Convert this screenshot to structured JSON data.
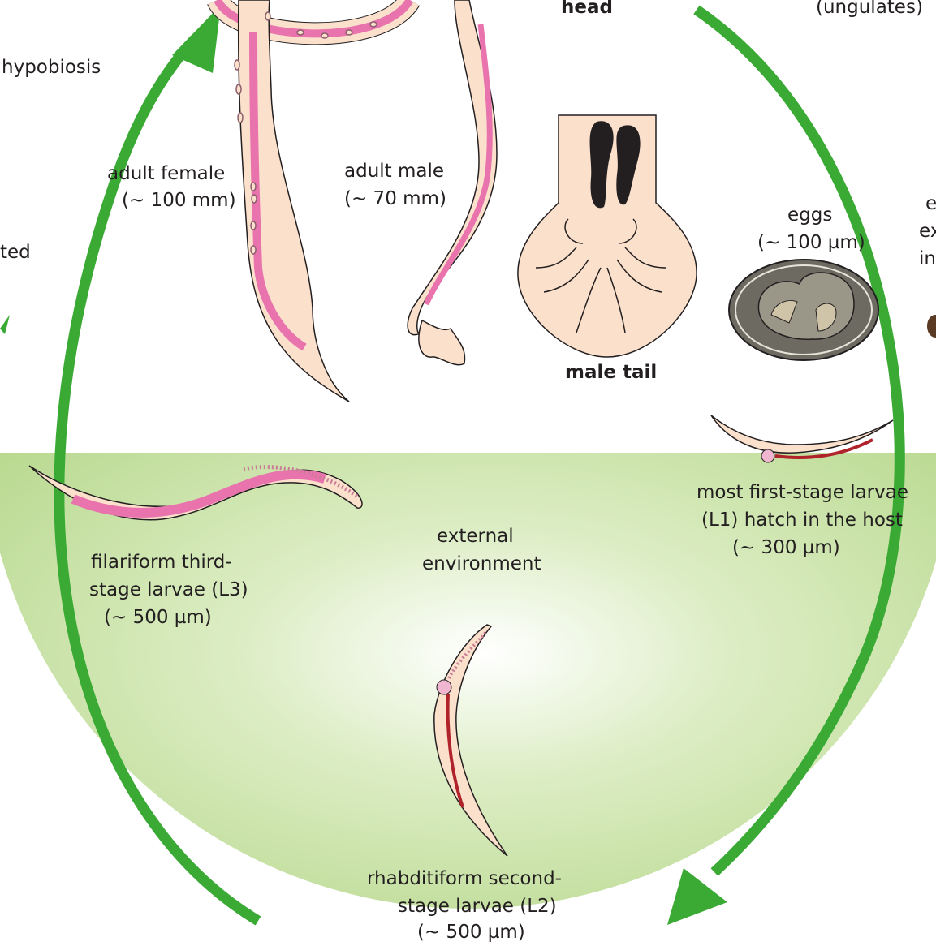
{
  "labels": {
    "head": "head",
    "ungulates": "(ungulates)",
    "hypobiosis": "hypobiosis",
    "ted_fragment": "ted",
    "adult_female": "adult female",
    "adult_female_size": "(~ 100 mm)",
    "adult_male": "adult male",
    "adult_male_size": "(~ 70 mm)",
    "eggs": "eggs",
    "eggs_size": "(~ 100 µm)",
    "male_tail": "male tail",
    "right_fragment_1": "e",
    "right_fragment_2": "ex",
    "right_fragment_3": "in",
    "l1_line1": "most first-stage larvae",
    "l1_line2": "(L1) hatch in the host",
    "l1_line3": "(~ 300 µm)",
    "external_1": "external",
    "external_2": "environment",
    "l3_line1": "filariform third-",
    "l3_line2": "stage larvae (L3)",
    "l3_line3": "(~ 500 µm)",
    "l2_line1": "rhabditiform second-",
    "l2_line2": "stage larvae (L2)",
    "l2_line3": "(~ 500 µm)"
  },
  "colors": {
    "arrow_green": "#3aaa35",
    "worm_body": "#fbe0cc",
    "worm_gut": "#e873ad",
    "larva_gut": "#b0232a",
    "egg_shell": "#6d6a62",
    "egg_inner": "#9a9788",
    "environment_green": "#b7d98a"
  }
}
